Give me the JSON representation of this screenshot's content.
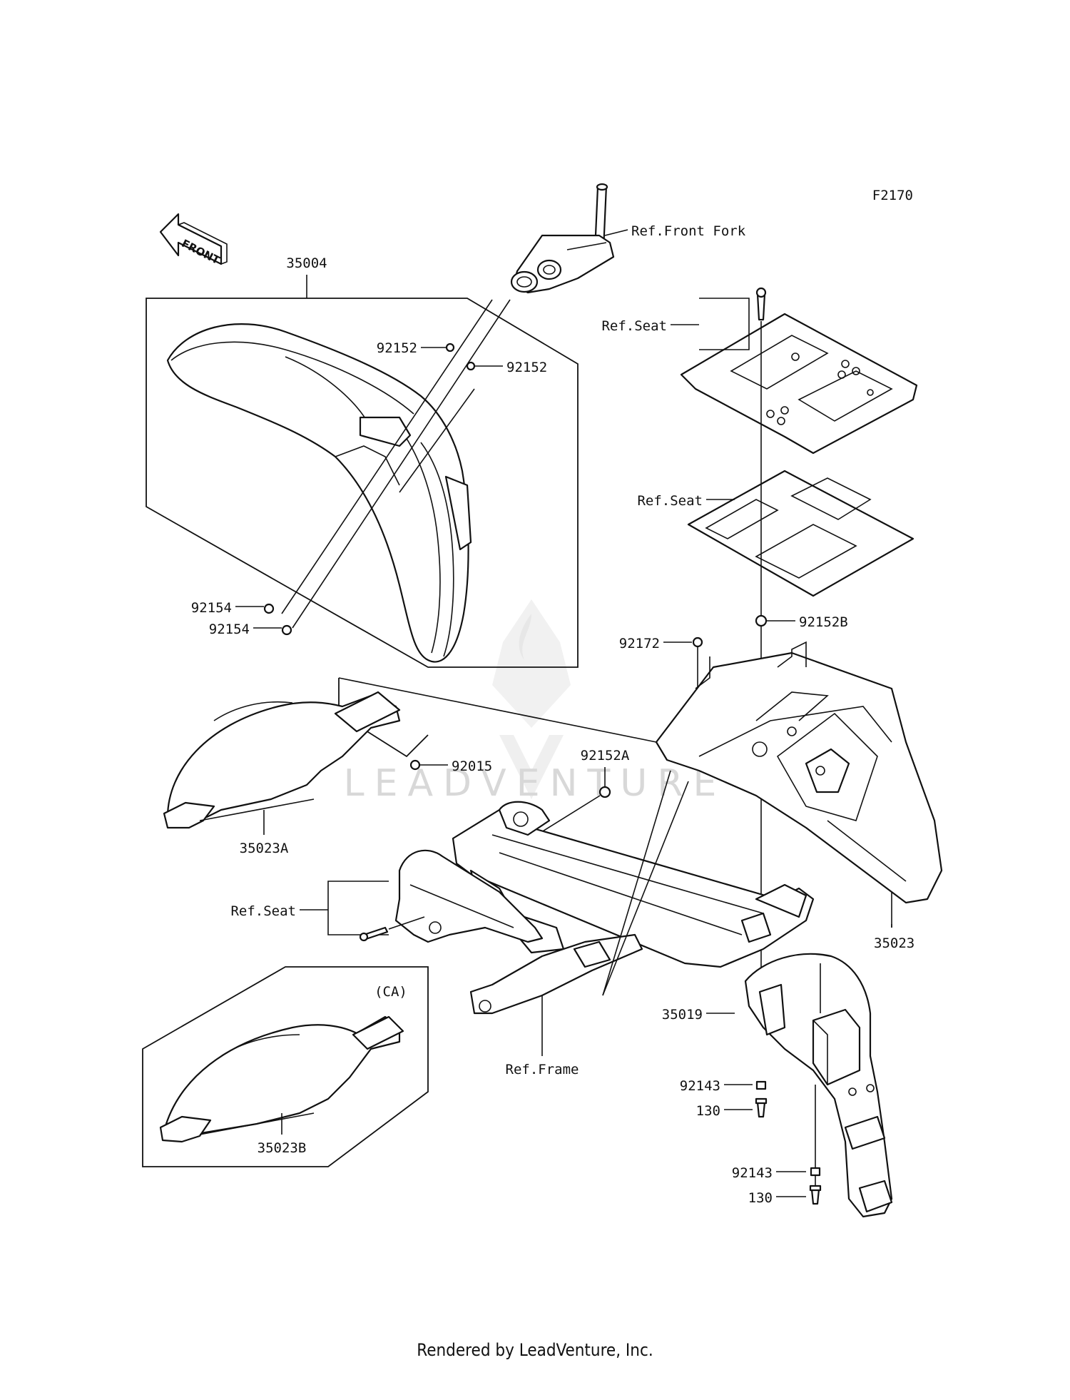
{
  "diagram_code": "F2170",
  "front_label": "FRONT",
  "watermark": "LEADVENTURE",
  "footer": "Rendered by LeadVenture, Inc.",
  "labels": {
    "ref_front_fork": "Ref.Front Fork",
    "p35004": "35004",
    "ref_seat_top": "Ref.Seat",
    "ref_seat_mid": "Ref.Seat",
    "ref_seat_low": "Ref.Seat",
    "p92152_a": "92152",
    "p92152_b": "92152",
    "p92154_a": "92154",
    "p92154_b": "92154",
    "p92152B": "92152B",
    "p92172": "92172",
    "p92015": "92015",
    "p92152A": "92152A",
    "p35023A": "35023A",
    "p35023": "35023",
    "ref_frame": "Ref.Frame",
    "p35019": "35019",
    "p92143_a": "92143",
    "p130_a": "130",
    "p92143_b": "92143",
    "p130_b": "130",
    "ca": "(CA)",
    "p35023B": "35023B"
  }
}
